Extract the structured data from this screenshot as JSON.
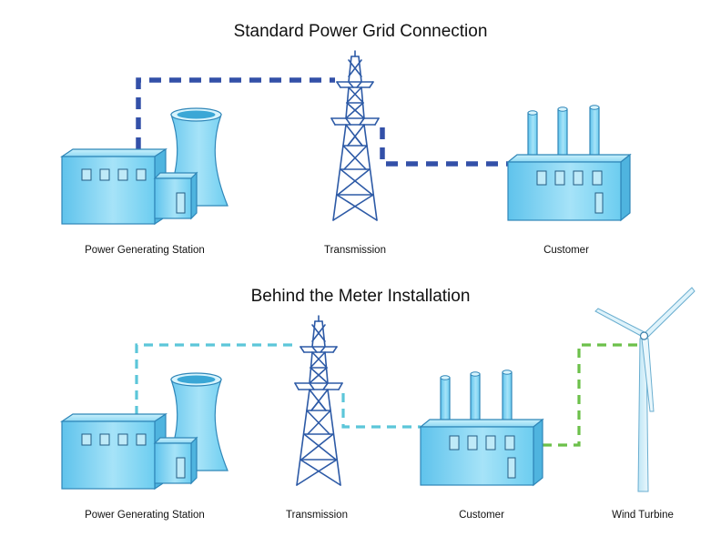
{
  "top": {
    "title": "Standard Power Grid Connection",
    "labels": {
      "station": "Power Generating Station",
      "transmission": "Transmission",
      "customer": "Customer"
    }
  },
  "bottom": {
    "title": "Behind the Meter Installation",
    "labels": {
      "station": "Power Generating Station",
      "transmission": "Transmission",
      "customer": "Customer",
      "turbine": "Wind Turbine"
    }
  },
  "colors": {
    "grid_line": "#3350a8",
    "behind_meter_line": "#5cc6d9",
    "wind_line": "#6cc04a",
    "building": "#7fd0f0",
    "tower": "#2d5aa6"
  },
  "icons": [
    "cooling-tower-icon",
    "factory-icon",
    "transmission-tower-icon",
    "wind-turbine-icon"
  ]
}
